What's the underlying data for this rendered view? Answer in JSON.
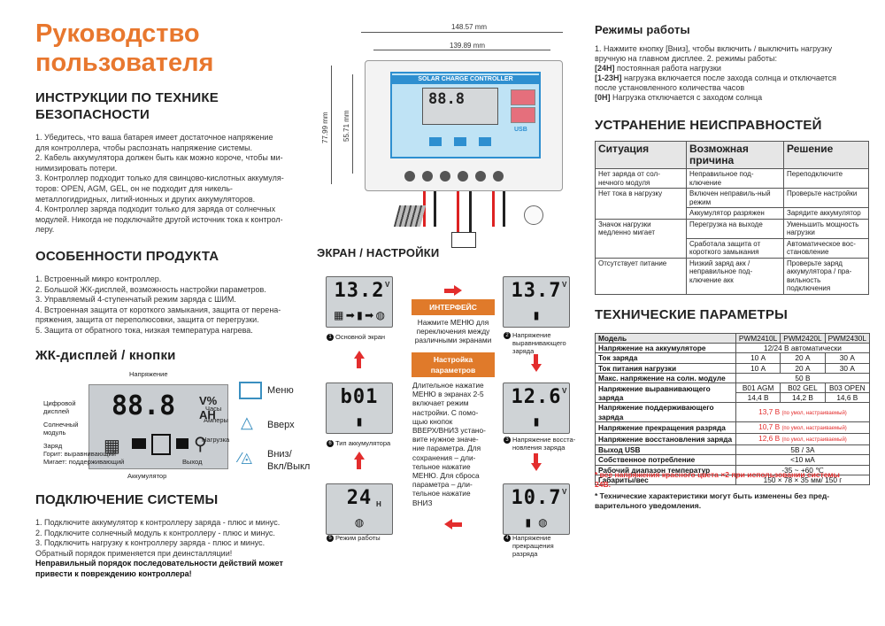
{
  "title": [
    "Руководство",
    "пользователя"
  ],
  "safety": {
    "heading": [
      "ИНСТРУКЦИИ ПО ТЕХНИКЕ",
      "БЕЗОПАСНОСТИ"
    ],
    "lines": [
      "1. Убедитесь, что ваша батарея имеет достаточное напряжение",
      "для контроллера, чтобы распознать напряжение системы.",
      "2. Кабель аккумулятора должен быть как можно короче, чтобы ми-",
      "нимизировать потери.",
      "3. Контроллер подходит только для свинцово-кислотных аккумуля-",
      "торов: OPEN, AGM, GEL, он не подходит для никель-",
      "металлогидридных, литий-ионных и других аккумуляторов.",
      "4. Контроллер заряда подходит только для заряда от солнечных",
      "модулей. Никогда не подключайте другой источник тока к контрол-",
      "леру."
    ]
  },
  "features": {
    "heading": "ОСОБЕННОСТИ ПРОДУКТА",
    "lines": [
      "1. Встроенный микро контроллер.",
      "2. Большой ЖК-дисплей, возможность настройки параметров.",
      "3. Управляемый 4-ступенчатый режим заряда с ШИМ.",
      "4. Встроенная защита от короткого замыкания, защита от перена-",
      "пряжения, защита от переполюсовки, защита от перегрузки.",
      "5. Защита от обратного тока, низкая температура нагрева."
    ]
  },
  "lcd_section": {
    "heading": "ЖК-дисплей / кнопки",
    "display_value": "88.8",
    "display_unit_top": "V%",
    "display_unit_bottom": "AH",
    "labels": {
      "voltage": "Напряжение",
      "digital": [
        "Цифровой",
        "дисплей"
      ],
      "solar": [
        "Солнечный",
        "модуль"
      ],
      "charge": "Заряд",
      "burning": "Горит: выравнивающий",
      "blinking": "Мигает: поддерживающий",
      "battery": "Аккумулятор",
      "hours": "Часы",
      "amps": "Амперы",
      "load": "Нагрузка",
      "output": "Выход"
    },
    "buttons": {
      "menu": "Меню",
      "up": "Вверх",
      "down": [
        "Вниз/",
        "Вкл/Выкл"
      ]
    }
  },
  "connection": {
    "heading": "ПОДКЛЮЧЕНИЕ СИСТЕМЫ",
    "lines": [
      "1. Подключите аккумулятор к контроллеру заряда - плюс и минус.",
      "2. Подключите солнечный модуль к контроллеру - плюс и минус.",
      "3. Подключить нагрузку к контроллеру заряда - плюс и минус.",
      "Обратный порядок применяется при деинсталляции!"
    ],
    "warning": [
      "Неправильный порядок последовательности действий может",
      "привести к повреждению контроллера!"
    ]
  },
  "device": {
    "dim_width_outer": "148.57 mm",
    "dim_width_inner": "139.89 mm",
    "dim_height_outer": "77.99 mm",
    "dim_height_inner": "55.71 mm",
    "panel_title": "SOLAR CHARGE CONTROLLER",
    "display_value": "88.8",
    "usb_label": "USB"
  },
  "screens": {
    "heading": "ЭКРАН / НАСТРОЙКИ",
    "s1": {
      "value": "13.2",
      "unit": "V",
      "caption": [
        "Основной экран"
      ],
      "num": "1"
    },
    "s2": {
      "value": "13.7",
      "unit": "V",
      "caption": [
        "Напряжение",
        "выравнивающего",
        "заряда"
      ],
      "num": "2"
    },
    "s3": {
      "value": "12.6",
      "unit": "V",
      "caption": [
        "Напряжение восста-",
        "новления заряда"
      ],
      "num": "3"
    },
    "s4": {
      "value": "10.7",
      "unit": "V",
      "caption": [
        "Напряжение",
        "прекращения",
        "разряда"
      ],
      "num": "4"
    },
    "s5": {
      "value": "24",
      "unit": "H",
      "caption": [
        "Режим работы"
      ],
      "num": "5"
    },
    "s6": {
      "value": "b01",
      "unit": "",
      "caption": [
        "Тип аккумулятора"
      ],
      "num": "6"
    },
    "interface_label": "ИНТЕРФЕЙС",
    "interface_text": [
      "Нажмите МЕНЮ для",
      "переключения между",
      "различными экранами"
    ],
    "settings_label": [
      "Настройка",
      "параметров"
    ],
    "settings_text": [
      "Длительное нажатие",
      "МЕНЮ в экранах 2-5",
      "включает режим",
      "настройки. С помо-",
      "щью кнопок",
      "ВВЕРХ/ВНИЗ устано-",
      "вите нужное значе-",
      "ние параметра. Для",
      "сохранения – дли-",
      "тельное нажатие",
      "МЕНЮ. Для сброса",
      "параметра – дли-",
      "тельное нажатие",
      "ВНИЗ"
    ]
  },
  "modes": {
    "heading": "Режимы работы",
    "lines": [
      "1. Нажмите кнопку [Вниз], чтобы включить / выключить нагрузку",
      "вручную на главном дисплее. 2. режимы работы:"
    ],
    "items": [
      {
        "key": "[24H]",
        "text": " постоянная работа нагрузки"
      },
      {
        "key": "[1-23H]",
        "text": " нагрузка включается после захода солнца и отключается"
      },
      {
        "key": "",
        "text": "после установленного количества часов"
      },
      {
        "key": "[0H]",
        "text": " Нагрузка отключается с заходом солнца"
      }
    ]
  },
  "troubleshooting": {
    "heading": "УСТРАНЕНИЕ НЕИСПРАВНОСТЕЙ",
    "columns": [
      "Ситуация",
      "Возможная причина",
      "Решение"
    ],
    "rows": [
      [
        "Нет заряда от сол-нечного модуля",
        "Неправильное под-ключение",
        "Переподключите"
      ],
      [
        "Нет тока в нагрузку",
        "Включен неправиль-ный режим",
        "Проверьте настройки"
      ],
      [
        "",
        "Аккумулятор разряжен",
        "Зарядите аккумулятор"
      ],
      [
        "Значок нагрузки медленно мигает",
        "Перегрузка на выходе",
        "Уменьшить мощность нагрузки"
      ],
      [
        "",
        "Сработала защита от короткого замыкания",
        "Автоматическое вос-становление"
      ],
      [
        "Отсутствует питание",
        "Низкий заряд акк / неправильное под-ключение акк",
        "Проверьте заряд аккумулятора / пра-вильность подключения"
      ]
    ]
  },
  "specs": {
    "heading": "ТЕХНИЧЕСКИЕ ПАРАМЕТРЫ",
    "models": [
      "PWM2410L",
      "PWM2420L",
      "PWM2430L"
    ],
    "rows": {
      "model": "Модель",
      "battery_voltage": {
        "label": "Напряжение на аккумуляторе",
        "value": "12/24 В автоматически"
      },
      "charge_current": {
        "label": "Ток заряда",
        "values": [
          "10 А",
          "20 А",
          "30 А"
        ]
      },
      "load_current": {
        "label": "Ток питания нагрузки",
        "values": [
          "10 А",
          "20 А",
          "30 А"
        ]
      },
      "solar_voltage": {
        "label": "Макс. напряжение на солн. модуле",
        "value": "50 В"
      },
      "equalize": {
        "label": "Напряжение выравнивающего заряда",
        "types": [
          "B01 AGM",
          "B02 GEL",
          "B03 OPEN"
        ],
        "values": [
          "14,4 В",
          "14,2 В",
          "14,6 В"
        ]
      },
      "float": {
        "label": "Напряжение поддерживающего заряда",
        "value": "13,7 В",
        "note": "(по умол, настраиваемый)"
      },
      "cutoff": {
        "label": "Напряжение прекращения разряда",
        "value": "10,7 В",
        "note": "(по умол, настраиваемый)"
      },
      "recovery": {
        "label": "Напряжение восстановления заряда",
        "value": "12,6 В",
        "note": "(по умол, настраиваемый)"
      },
      "usb": {
        "label": "Выход USB",
        "value": "5В / 3А"
      },
      "consumption": {
        "label": "Собственное потребление",
        "value": "<10 мА"
      },
      "temp": {
        "label": "Рабочий диапазон температур",
        "value": "-35 ~ +60 ℃"
      },
      "size": {
        "label": "Габариты/вес",
        "value": "150 × 78 × 35 мм/ 150 г"
      }
    },
    "note_red": [
      "* все напряжения красного цвета ×2 при использовании системы",
      "24В."
    ],
    "note_black": [
      "* Технические характеристики могут быть изменены без пред-",
      "варительного уведомления."
    ]
  }
}
